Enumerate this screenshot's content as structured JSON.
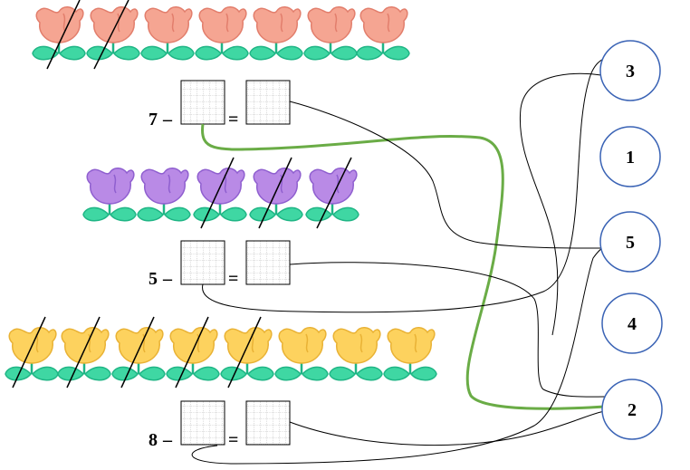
{
  "rows": [
    {
      "minuend": "7",
      "minus": "–",
      "equals": "=",
      "flower_color": "pink",
      "flower_count": 7,
      "crossed_count": 2
    },
    {
      "minuend": "5",
      "minus": "–",
      "equals": "=",
      "flower_color": "purple",
      "flower_count": 5,
      "crossed_count": 3
    },
    {
      "minuend": "8",
      "minus": "–",
      "equals": "=",
      "flower_color": "yellow",
      "flower_count": 8,
      "crossed_count": 5
    }
  ],
  "circles": [
    "3",
    "1",
    "5",
    "4",
    "2"
  ],
  "colors": {
    "pink_petal": "#f5a592",
    "pink_stroke": "#e27e6c",
    "purple_petal": "#b98ae6",
    "purple_stroke": "#8f5fcf",
    "yellow_petal": "#fdd25e",
    "yellow_stroke": "#e9b235",
    "leaf": "#3fd7a3",
    "leaf_stroke": "#1fb585",
    "circle_stroke": "#3a63b5",
    "green_line": "#6aac46",
    "black_line": "#000000"
  }
}
